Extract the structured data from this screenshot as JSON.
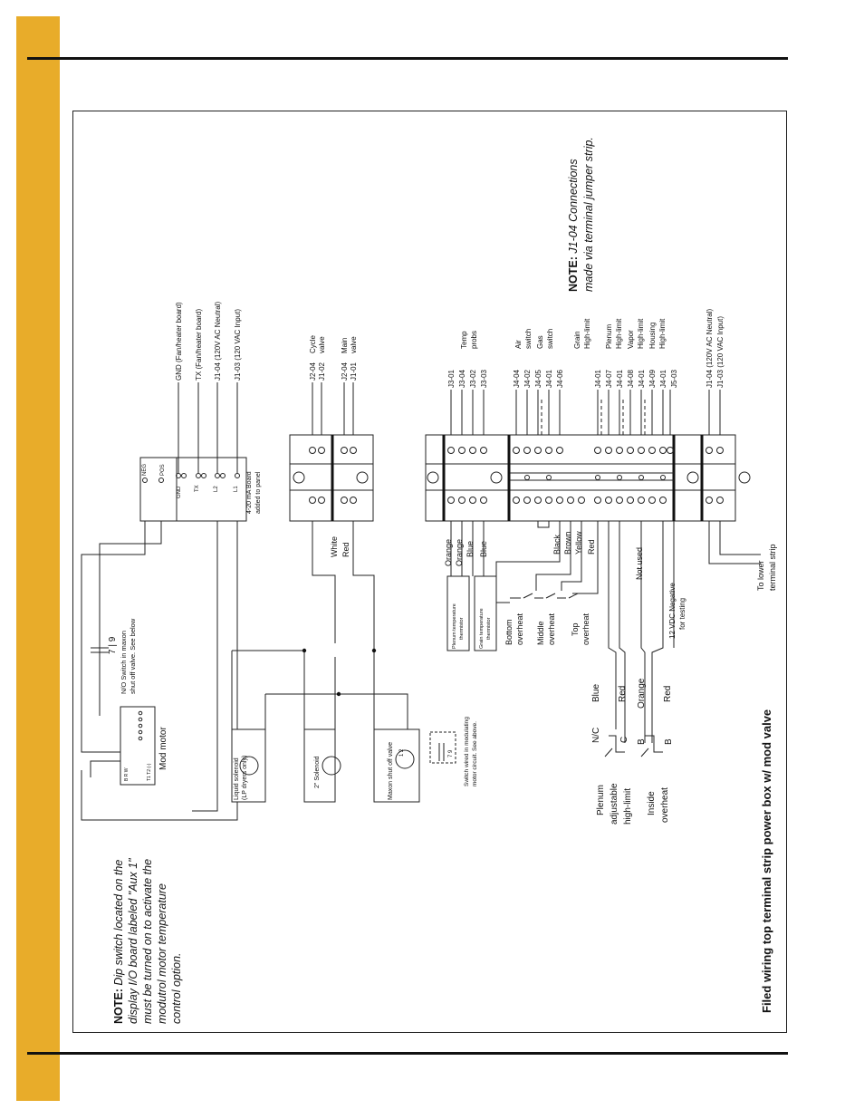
{
  "title": "Filed wiring top terminal strip power box w/ mod valve",
  "notes": {
    "note1_label": "NOTE:",
    "note1_lines": [
      "Dip switch located on the",
      "display I/O board labeled \"Aux 1\"",
      "must be turned on to activate the",
      "modutrol motor temperature",
      "control option."
    ],
    "note1_first": " Dip switch located on the",
    "note2_label": "NOTE:",
    "note2_first": " J1-04 Connections",
    "note2_second": "made via terminal jumper strip."
  },
  "board_4_20": {
    "labels": [
      "NEG",
      "POS",
      "GND",
      "TX",
      "L2",
      "L1"
    ],
    "caption": [
      "4-20 mA Board",
      "added to panel"
    ],
    "connections": [
      "GND (Fan/heater board)",
      "TX (Fan/heater board)",
      "J1-04 (120V AC Neutral)",
      "J1-03 (120 VAC Input)"
    ]
  },
  "mod_motor": {
    "label": "Mod motor",
    "switch_label": "7 | 9",
    "switch_caption": [
      "N/O Switch in maxon",
      "shut off valve. See below"
    ],
    "pins_top": "B  R  W",
    "pins_bot": "T1 T2 (-)"
  },
  "valves_top": {
    "wires": [
      "White",
      "Red"
    ],
    "rows": [
      "J2-04",
      "J1-02",
      "J2-04",
      "J1-01"
    ],
    "labels": [
      "Cycle",
      "valve",
      "Main",
      "valve"
    ]
  },
  "solenoids": {
    "liquid": [
      "Liquid solenoid",
      "(LP dryers only)"
    ],
    "two_inch": "2\" Solenoid",
    "maxon": "Maxon shut off valve",
    "switch_note": [
      "Switch wired in modulating",
      "motor circuit. See above."
    ],
    "switch_pins": "7  9",
    "coil_pins": "1  2"
  },
  "lower_strip": {
    "temp_rows": [
      "J3-01",
      "J3-04",
      "J3-02",
      "J3-03"
    ],
    "temp_label": [
      "Temp",
      "probs"
    ],
    "temp_wires": [
      "Orange",
      "Orange",
      "Blue",
      "Blue"
    ],
    "plenum_thermistor": [
      "Plenum temperature",
      "thermistor"
    ],
    "grain_thermistor": [
      "Grain temperature",
      "thermistor"
    ],
    "switch_rows": [
      "J4-04",
      "J4-02",
      "J4-05",
      "J4-01",
      "J4-06"
    ],
    "switch_labels": [
      "Air",
      "switch",
      "Gas",
      "switch"
    ],
    "overheat_wires": [
      "Black",
      "Brown",
      "Yellow",
      "Red"
    ],
    "overheat_labels": [
      "Bottom",
      "overheat",
      "Middle",
      "overheat",
      "Top",
      "overheat"
    ],
    "highlimit_rows": [
      "J4-01",
      "J4-07",
      "J4-01",
      "J4-08",
      "J4-01",
      "J4-09",
      "J4-01",
      "J5-03"
    ],
    "highlimit_labels": [
      "Grain",
      "High-limit",
      "Plenum",
      "High-limit",
      "Vapor",
      "High-limit",
      "Housing",
      "High-limit"
    ],
    "not_used": "Not used",
    "neg_12vdc": [
      "12 VDC Negative",
      "for testing"
    ],
    "power_rows": [
      "J1-04 (120V AC Neutral)",
      "J1-03 (120 VAC Input)"
    ],
    "to_lower": [
      "To lower",
      "terminal strip"
    ]
  },
  "plenum_switch": {
    "label": [
      "Plenum",
      "adjustable",
      "high-limit"
    ],
    "contacts": [
      "N/C",
      "C"
    ],
    "wires": [
      "Blue",
      "Red"
    ]
  },
  "inside_switch": {
    "label": [
      "Inside",
      "overheat"
    ],
    "contacts": [
      "B",
      "B"
    ],
    "wires": [
      "Orange",
      "Red"
    ]
  }
}
